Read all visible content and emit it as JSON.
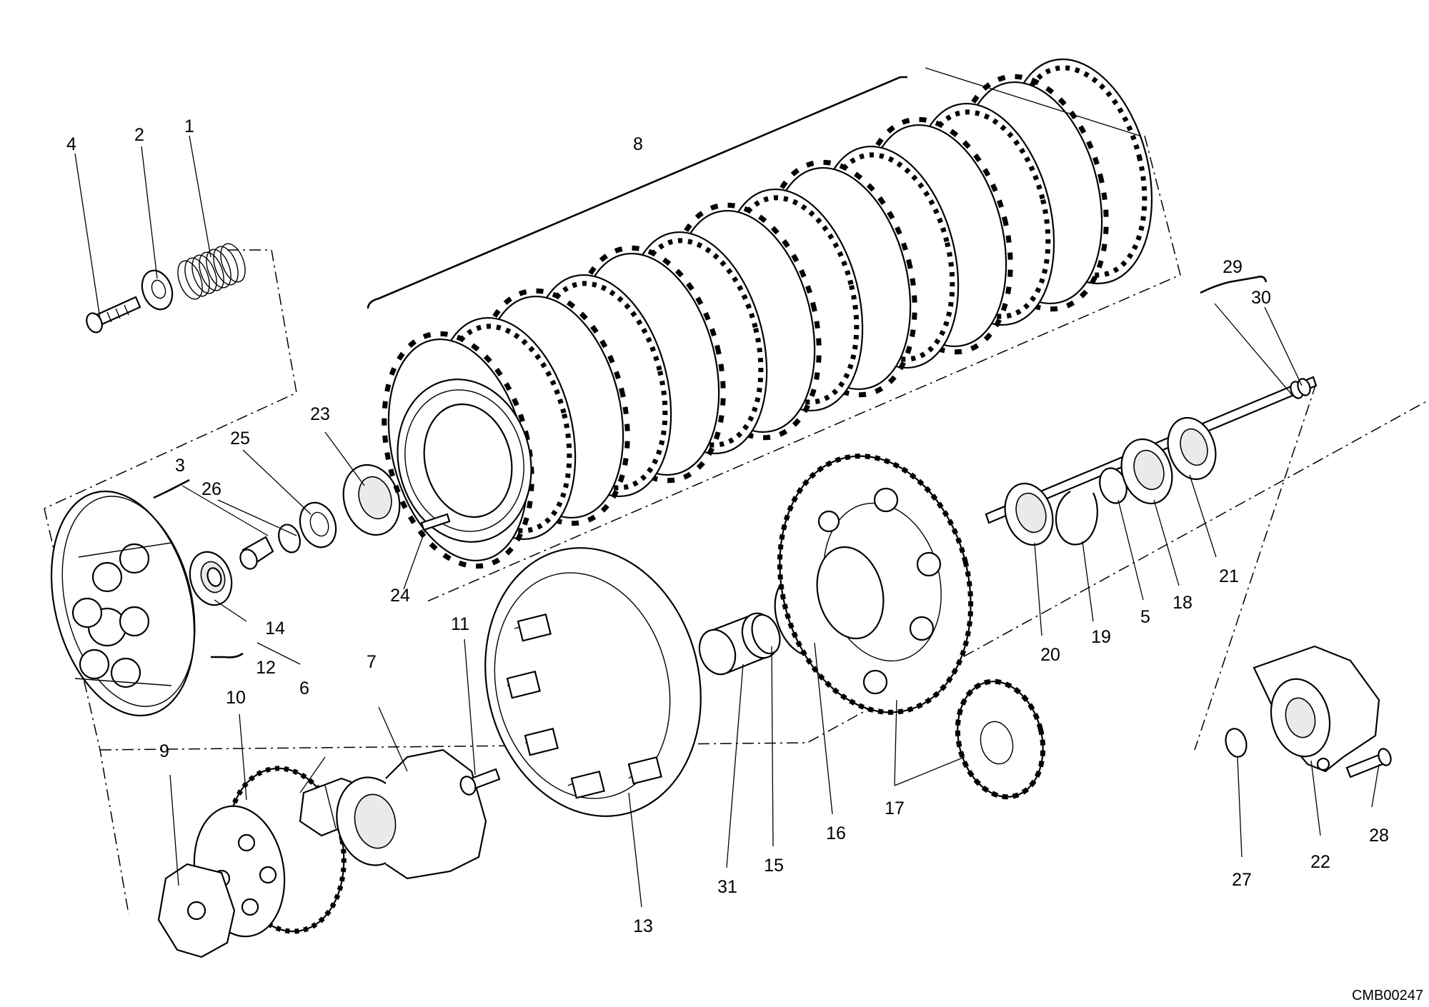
{
  "labels": [
    "1",
    "2",
    "3",
    "4",
    "5",
    "6",
    "7",
    "8",
    "9",
    "10",
    "11",
    "12",
    "13",
    "14",
    "15",
    "16",
    "17",
    "18",
    "19",
    "20",
    "21",
    "22",
    "23",
    "24",
    "25",
    "26",
    "27",
    "28",
    "29",
    "30",
    "31"
  ],
  "drawing_code": "CMB00247"
}
